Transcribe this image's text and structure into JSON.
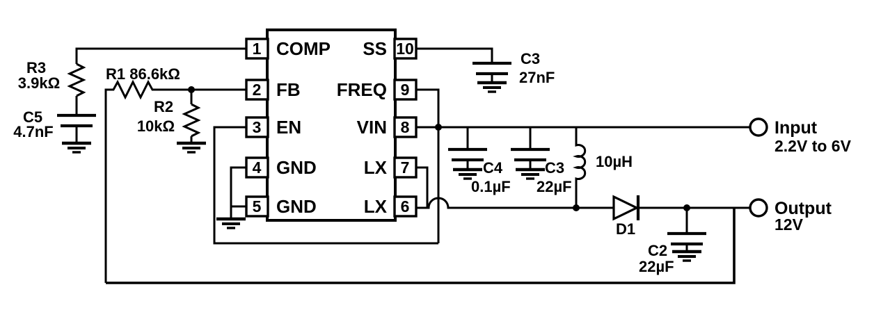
{
  "ic": {
    "left_pins": [
      {
        "number": "1",
        "name": "COMP"
      },
      {
        "number": "2",
        "name": "FB"
      },
      {
        "number": "3",
        "name": "EN"
      },
      {
        "number": "4",
        "name": "GND"
      },
      {
        "number": "5",
        "name": "GND"
      }
    ],
    "right_pins": [
      {
        "number": "10",
        "name": "SS"
      },
      {
        "number": "9",
        "name": "FREQ"
      },
      {
        "number": "8",
        "name": "VIN"
      },
      {
        "number": "7",
        "name": "LX"
      },
      {
        "number": "6",
        "name": "LX"
      }
    ]
  },
  "components": {
    "r3": {
      "ref": "R3",
      "value": "3.9kΩ"
    },
    "c5": {
      "ref": "C5",
      "value": "4.7nF"
    },
    "r1": {
      "label": "R1 86.6kΩ"
    },
    "r2": {
      "ref": "R2",
      "value": "10kΩ"
    },
    "c3_soft_start": {
      "ref": "C3",
      "value": "27nF"
    },
    "c4": {
      "ref": "C4",
      "value": "0.1µF"
    },
    "c3_input": {
      "ref": "C3",
      "value": "22µF"
    },
    "l1": {
      "value": "10µH"
    },
    "d1": {
      "ref": "D1"
    },
    "c2": {
      "ref": "C2",
      "value": "22µF"
    }
  },
  "terminals": {
    "input": {
      "label": "Input",
      "range": "2.2V to 6V"
    },
    "output": {
      "label": "Output",
      "voltage": "12V"
    }
  },
  "colors": {
    "line": "#000000",
    "background": "#ffffff"
  }
}
